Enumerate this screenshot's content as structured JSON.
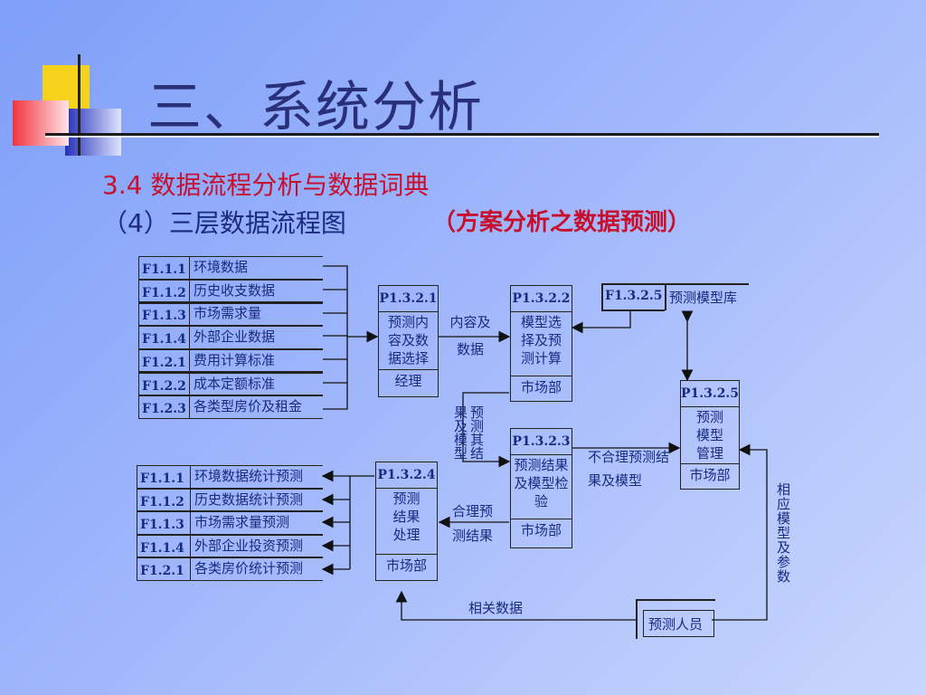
{
  "title": "三、系统分析",
  "subtitle_line1": "3.4 数据流程分析与数据词典",
  "subtitle_line2": "（4）三层数据流程图",
  "subtitle_highlight": "（方案分析之数据预测）",
  "colors": {
    "title": "#2a2f7a",
    "highlight": "#c8102e",
    "diagram_text": "#1a2a80"
  },
  "input_stores": [
    {
      "code": "F1.1.1",
      "name": "环境数据"
    },
    {
      "code": "F1.1.2",
      "name": "历史收支数据"
    },
    {
      "code": "F1.1.3",
      "name": "市场需求量"
    },
    {
      "code": "F1.1.4",
      "name": "外部企业数据"
    },
    {
      "code": "F1.2.1",
      "name": "费用计算标准"
    },
    {
      "code": "F1.2.2",
      "name": "成本定额标准"
    },
    {
      "code": "F1.2.3",
      "name": "各类型房价及租金"
    }
  ],
  "output_stores": [
    {
      "code": "F1.1.1",
      "name": "环境数据统计预测"
    },
    {
      "code": "F1.1.2",
      "name": "历史数据统计预测"
    },
    {
      "code": "F1.1.3",
      "name": "市场需求量预测"
    },
    {
      "code": "F1.1.4",
      "name": "外部企业投资预测"
    },
    {
      "code": "F1.2.1",
      "name": "各类房价统计预测"
    }
  ],
  "processes": {
    "p3221": {
      "id": "P1.3.2.1",
      "name": "预测内容及数据选择",
      "dept": "经理"
    },
    "p3222": {
      "id": "P1.3.2.2",
      "name": "模型选择及预测计算",
      "dept": "市场部"
    },
    "p3223": {
      "id": "P1.3.2.3",
      "name": "预测结果及模型检验",
      "dept": "市场部"
    },
    "p3224": {
      "id": "P1.3.2.4",
      "name": "预测结果处理",
      "dept": "市场部"
    },
    "p3225": {
      "id": "P1.3.2.5",
      "name": "预测模型管理",
      "dept": "市场部"
    }
  },
  "model_store": {
    "code": "F1.3.2.5",
    "name": "预测模型库"
  },
  "external_entity": "预测人员",
  "flow_labels": {
    "content_data": "内容及数据",
    "predict_model": "预测其结果及模型",
    "unreasonable": "不合理预测结果及模型",
    "reasonable": "合理预测结果",
    "related_data": "相关数据",
    "model_params": "相应模型及参数"
  }
}
